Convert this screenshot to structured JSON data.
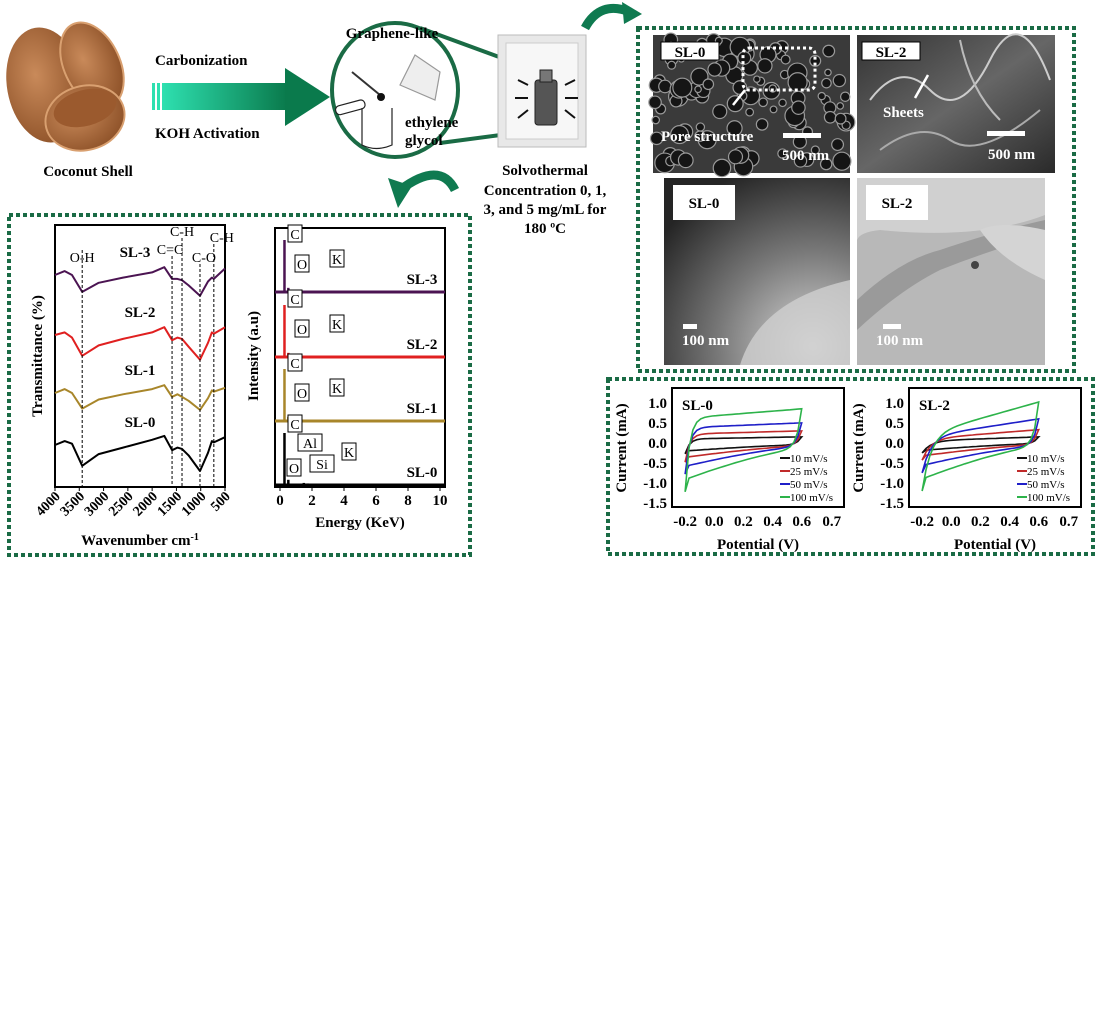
{
  "colors": {
    "accent_green": "#0f7a50",
    "frame_green": "#1a6b45",
    "sl0": "#000000",
    "sl1": "#a8862a",
    "sl2": "#e02020",
    "sl3": "#4b1452",
    "cv10": "#111111",
    "cv25": "#c02a2a",
    "cv50": "#1f1fc8",
    "cv100": "#2db34a"
  },
  "process": {
    "raw_label": "Coconut Shell",
    "step1": "Carbonization",
    "step2": "KOH Activation",
    "mix_title": "Graphene-like",
    "solvent_line1": "ethylene",
    "solvent_line2": "glycol",
    "solvo_lines": [
      "Solvothermal",
      "Concentration 0, 1,",
      "3, and 5 mg/mL for",
      "180 ºC"
    ]
  },
  "micrographs": {
    "sem_left": {
      "label": "SL-0",
      "annotation": "Pore structure",
      "scale": "500 nm"
    },
    "sem_right": {
      "label": "SL-2",
      "annotation": "Sheets",
      "scale": "500 nm"
    },
    "tem_left": {
      "label": "SL-0",
      "scale": "100 nm"
    },
    "tem_right": {
      "label": "SL-2",
      "scale": "100 nm"
    }
  },
  "chart_data": [
    {
      "type": "line",
      "ylabel": "Transmittance (%)",
      "xlabel": "Wavenumber cm-1",
      "xlim": [
        4000,
        500
      ],
      "xticks": [
        4000,
        3500,
        3000,
        2500,
        2000,
        1500,
        1000,
        500
      ],
      "band_labels": [
        {
          "label": "O-H",
          "x": 3440
        },
        {
          "label": "C=C",
          "x": 1590
        },
        {
          "label": "C-H",
          "x": 1385
        },
        {
          "label": "C-O",
          "x": 1015
        },
        {
          "label": "C-H",
          "x": 730
        }
      ],
      "x": [
        4000,
        3800,
        3650,
        3440,
        3100,
        2600,
        2000,
        1750,
        1590,
        1480,
        1385,
        1250,
        1015,
        850,
        770,
        730,
        500
      ],
      "series": [
        {
          "name": "SL-0",
          "values": [
            0,
            0.3,
            0.1,
            -1.6,
            -0.7,
            -0.2,
            0.4,
            0.7,
            -0.4,
            -0.2,
            -0.3,
            -0.8,
            -2.0,
            -0.6,
            0.3,
            0.2,
            0.6
          ]
        },
        {
          "name": "SL-1",
          "values": [
            0,
            0.3,
            0.0,
            -1.2,
            -0.5,
            -0.1,
            0.3,
            0.6,
            -0.3,
            -0.1,
            -0.3,
            -0.6,
            -1.3,
            -0.4,
            0.2,
            0.1,
            0.4
          ]
        },
        {
          "name": "SL-2",
          "values": [
            0,
            0.2,
            -0.2,
            -1.6,
            -0.8,
            -0.3,
            0.2,
            0.6,
            -0.4,
            -0.2,
            -0.3,
            -0.9,
            -1.9,
            -0.6,
            0.2,
            0.1,
            0.6
          ]
        },
        {
          "name": "SL-3",
          "values": [
            0,
            0.3,
            0.0,
            -1.3,
            -0.6,
            -0.2,
            0.2,
            0.6,
            -0.3,
            -0.3,
            -0.4,
            -0.8,
            -1.6,
            -0.5,
            -0.2,
            -0.3,
            0.5
          ]
        }
      ]
    },
    {
      "type": "bar",
      "ylabel": "Intensity (a.u)",
      "xlabel": "Energy (KeV)",
      "xlim": [
        0,
        10
      ],
      "xticks": [
        0,
        2,
        4,
        6,
        8,
        10
      ],
      "series": [
        {
          "name": "SL-3",
          "peaks": [
            {
              "element": "C",
              "x": 0.28,
              "y": 1.0
            },
            {
              "element": "O",
              "x": 0.52,
              "y": 0.08
            },
            {
              "element": "K",
              "x": 3.3,
              "y": 0.02
            }
          ]
        },
        {
          "name": "SL-2",
          "peaks": [
            {
              "element": "C",
              "x": 0.28,
              "y": 1.0
            },
            {
              "element": "O",
              "x": 0.52,
              "y": 0.08
            },
            {
              "element": "K",
              "x": 3.3,
              "y": 0.02
            }
          ]
        },
        {
          "name": "SL-1",
          "peaks": [
            {
              "element": "C",
              "x": 0.28,
              "y": 1.0
            },
            {
              "element": "O",
              "x": 0.52,
              "y": 0.08
            },
            {
              "element": "K",
              "x": 3.3,
              "y": 0.02
            }
          ]
        },
        {
          "name": "SL-0",
          "peaks": [
            {
              "element": "C",
              "x": 0.28,
              "y": 1.0
            },
            {
              "element": "O",
              "x": 0.52,
              "y": 0.1
            },
            {
              "element": "Al",
              "x": 1.49,
              "y": 0.04
            },
            {
              "element": "Si",
              "x": 1.74,
              "y": 0.03
            },
            {
              "element": "K",
              "x": 3.3,
              "y": 0.02
            }
          ]
        }
      ]
    },
    {
      "type": "line",
      "title": "SL-0",
      "ylabel": "Current (mA)",
      "xlabel": "Potential (V)",
      "xticks": [
        -0.2,
        0.0,
        0.2,
        0.4,
        0.6,
        0.7
      ],
      "yticks": [
        1.0,
        0.5,
        0.0,
        -0.5,
        -1.0,
        -1.5
      ],
      "legend": "bottom-right",
      "series": [
        {
          "name": "10 mV/s",
          "upper_start": 0.1,
          "upper_end": 0.15,
          "lower_start": -0.27,
          "lower_end": -0.05
        },
        {
          "name": "25 mV/s",
          "upper_start": 0.22,
          "upper_end": 0.3,
          "lower_start": -0.48,
          "lower_end": -0.08
        },
        {
          "name": "50 mV/s",
          "upper_start": 0.38,
          "upper_end": 0.5,
          "lower_start": -0.78,
          "lower_end": -0.1
        },
        {
          "name": "100 mV/s",
          "upper_start": 0.62,
          "upper_end": 0.85,
          "lower_start": -1.22,
          "lower_end": -0.15
        }
      ]
    },
    {
      "type": "line",
      "title": "SL-2",
      "ylabel": "Current (mA)",
      "xlabel": "Potential (V)",
      "xticks": [
        -0.2,
        0.0,
        0.2,
        0.4,
        0.6,
        0.7
      ],
      "yticks": [
        1.0,
        0.5,
        0.0,
        -0.5,
        -1.0,
        -1.5
      ],
      "legend": "bottom-right",
      "series": [
        {
          "name": "10 mV/s",
          "upper_start": 0.05,
          "upper_end": 0.15,
          "lower_start": -0.25,
          "lower_end": -0.02
        },
        {
          "name": "25 mV/s",
          "upper_start": 0.1,
          "upper_end": 0.33,
          "lower_start": -0.43,
          "lower_end": -0.05
        },
        {
          "name": "50 mV/s",
          "upper_start": 0.15,
          "upper_end": 0.6,
          "lower_start": -0.75,
          "lower_end": -0.08
        },
        {
          "name": "100 mV/s",
          "upper_start": 0.2,
          "upper_end": 1.02,
          "lower_start": -1.2,
          "lower_end": -0.1
        }
      ]
    }
  ]
}
